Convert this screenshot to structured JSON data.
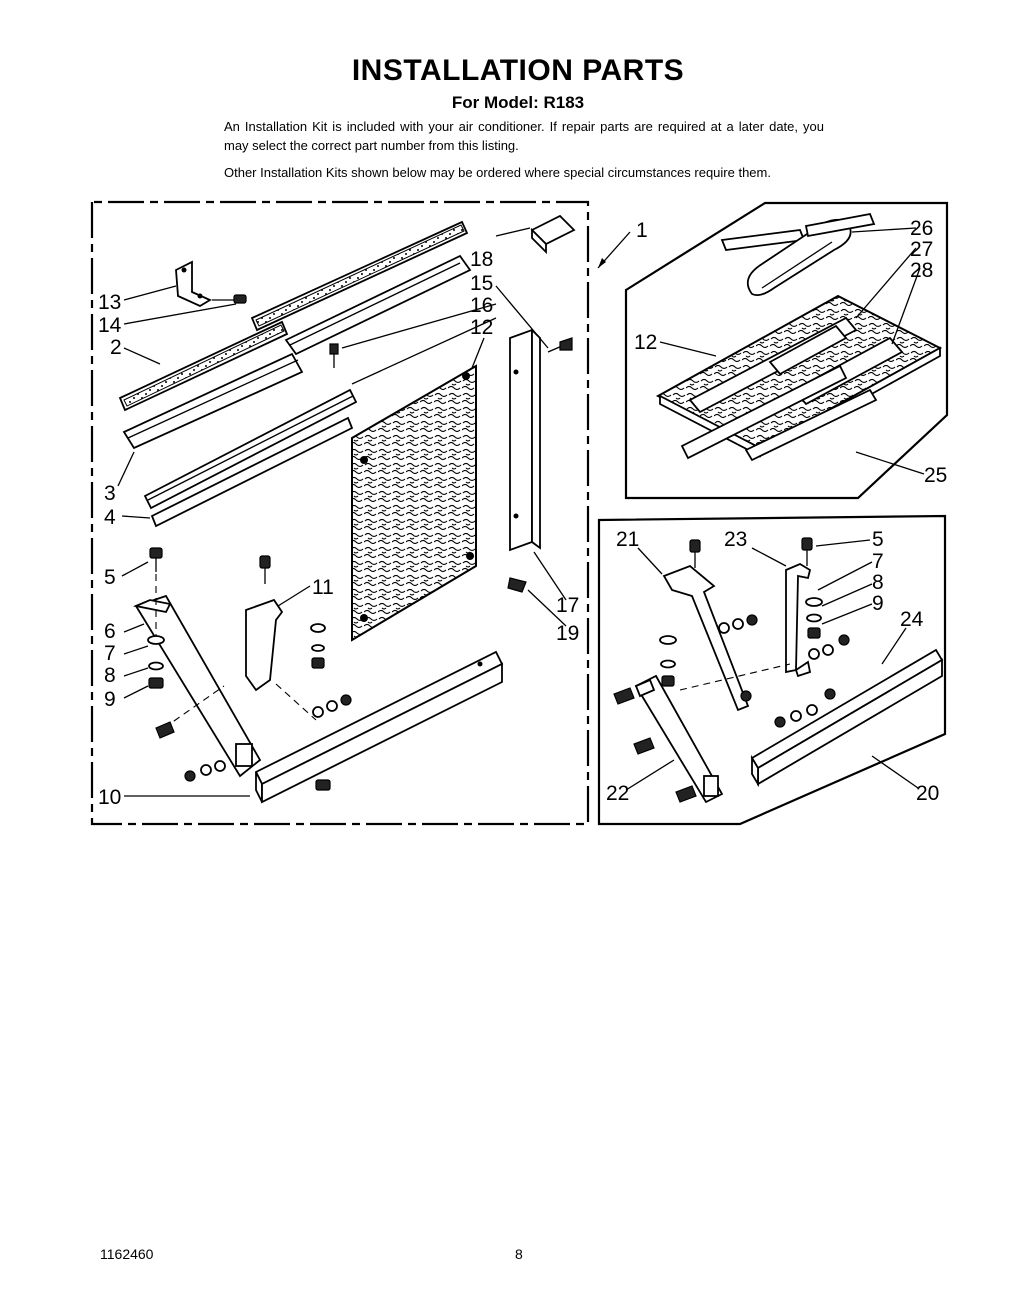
{
  "header": {
    "title": "INSTALLATION PARTS",
    "subtitle": "For Model: R183"
  },
  "intro": {
    "p1": "An Installation Kit is included with your air conditioner. If repair parts are required at a later date, you may select the correct part number from this listing.",
    "p2": "Other Installation Kits shown below may be ordered where special circumstances require them."
  },
  "callouts": {
    "c1": "1",
    "c2": "2",
    "c3": "3",
    "c4": "4",
    "c5a": "5",
    "c6": "6",
    "c7a": "7",
    "c8a": "8",
    "c9a": "9",
    "c10": "10",
    "c11": "11",
    "c12a": "12",
    "c13": "13",
    "c14": "14",
    "c15": "15",
    "c16": "16",
    "c17": "17",
    "c18": "18",
    "c19": "19",
    "c25": "25",
    "c26": "26",
    "c27": "27",
    "c28": "28",
    "c12b": "12",
    "c21": "21",
    "c23": "23",
    "c5b": "5",
    "c7b": "7",
    "c8b": "8",
    "c9b": "9",
    "c24": "24",
    "c22": "22",
    "c20": "20"
  },
  "footer": {
    "doc_number": "1162460",
    "page_number": "8"
  }
}
